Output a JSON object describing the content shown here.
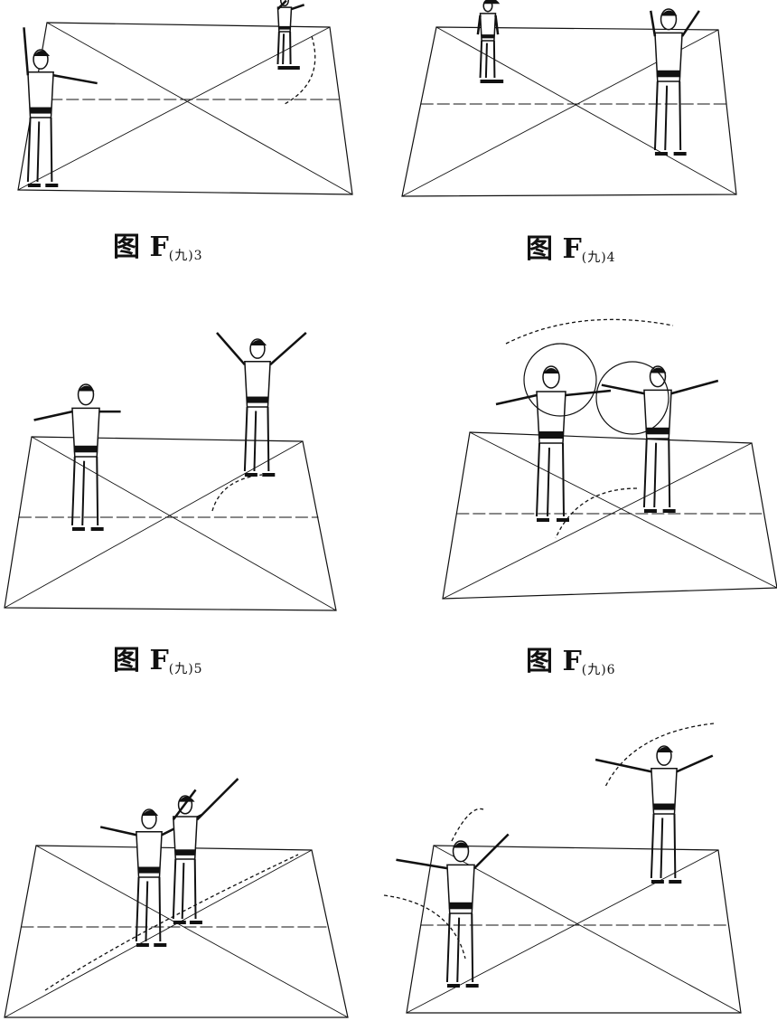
{
  "figures": [
    {
      "id": "F3",
      "prefix": "图 F",
      "sub": "(九)3"
    },
    {
      "id": "F4",
      "prefix": "图 F",
      "sub": "(九)4"
    },
    {
      "id": "F5",
      "prefix": "图 F",
      "sub": "(九)5"
    },
    {
      "id": "F6",
      "prefix": "图 F",
      "sub": "(九)6"
    },
    {
      "id": "F7"
    },
    {
      "id": "F8"
    }
  ],
  "colors": {
    "ink": "#111111",
    "paper": "#ffffff"
  }
}
